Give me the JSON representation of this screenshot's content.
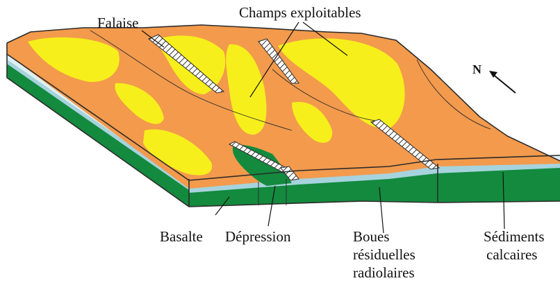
{
  "labels": {
    "falaise": "Falaise",
    "champs": "Champs exploitables",
    "north": "N",
    "basalte": "Basalte",
    "depression": "Dépression",
    "boues": [
      "Boues",
      "résiduelles",
      "radiolaires"
    ],
    "sediments": [
      "Sédiments",
      "calcaires"
    ]
  },
  "colors": {
    "surface": "#f39a4c",
    "exploitable_fields": "#f6ef1c",
    "basalt": "#138a3e",
    "sediment_light": "#dff0f4",
    "sediment_blue": "#a7d3de",
    "outline": "#2b2b2b"
  }
}
